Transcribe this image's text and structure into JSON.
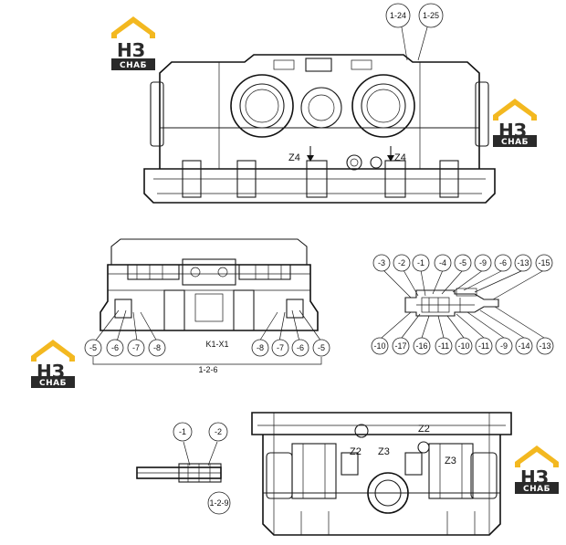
{
  "logo": {
    "mark": "НЗ",
    "word": "СНАБ",
    "roof_color": "#f3b820",
    "text_color": "#2a2a2a"
  },
  "views": {
    "top": {
      "callouts": [
        "1-24",
        "1-25"
      ],
      "ports": [
        "Z4",
        "Z4"
      ]
    },
    "middle": {
      "callouts_left": [
        "-5",
        "-6",
        "-7",
        "-8"
      ],
      "callouts_right": [
        "-8",
        "-7",
        "-6",
        "-5"
      ],
      "section_label": "K1-X1",
      "assembly_label": "1-2-6"
    },
    "detail_right": {
      "callouts_top": [
        "-3",
        "-2",
        "-1",
        "-4",
        "-5",
        "-9",
        "-6",
        "-13",
        "-15"
      ],
      "callouts_bottom": [
        "-10",
        "-17",
        "-16",
        "-11",
        "-10",
        "-11",
        "-9",
        "-14",
        "-13"
      ]
    },
    "bottom_left": {
      "callouts": [
        "-1",
        "-2"
      ],
      "assembly_label": "1-2-9"
    },
    "bottom_right": {
      "ports": [
        "Z2",
        "Z3",
        "Z2",
        "Z3"
      ]
    }
  }
}
